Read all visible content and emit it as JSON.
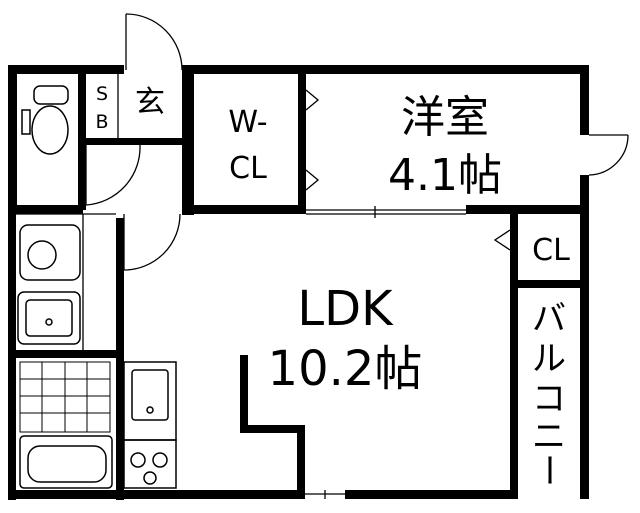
{
  "rooms": {
    "genkan": "玄",
    "shoe_box_s": "S",
    "shoe_box_b": "B",
    "walk_in_closet_line1": "W-",
    "walk_in_closet_line2": "CL",
    "western_room_name": "洋室",
    "western_room_size": "4.1帖",
    "closet": "CL",
    "ldk_name": "LDK",
    "ldk_size": "10.2帖",
    "balcony": [
      "バ",
      "ル",
      "コ",
      "ニ",
      "ー"
    ]
  },
  "colors": {
    "wall": "#000000",
    "background": "#ffffff"
  }
}
